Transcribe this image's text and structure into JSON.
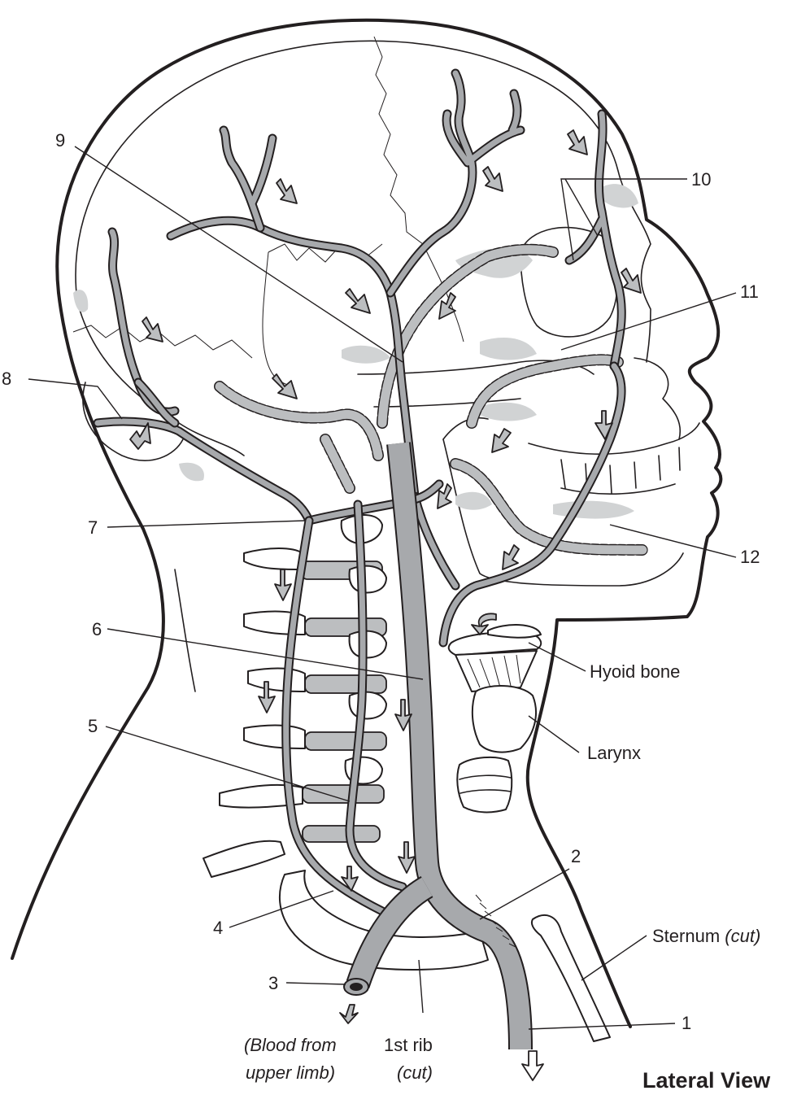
{
  "figure": {
    "title": "Lateral View",
    "numbered_labels": [
      "1",
      "2",
      "3",
      "4",
      "5",
      "6",
      "7",
      "8",
      "9",
      "10",
      "11",
      "12"
    ],
    "text_labels": {
      "hyoid": "Hyoid bone",
      "larynx": "Larynx",
      "sternum": "Sternum",
      "sternum_note": "(cut)",
      "rib": "1st rib",
      "rib_note": "(cut)",
      "blood_line1": "(Blood from",
      "blood_line2": "upper limb)"
    }
  }
}
